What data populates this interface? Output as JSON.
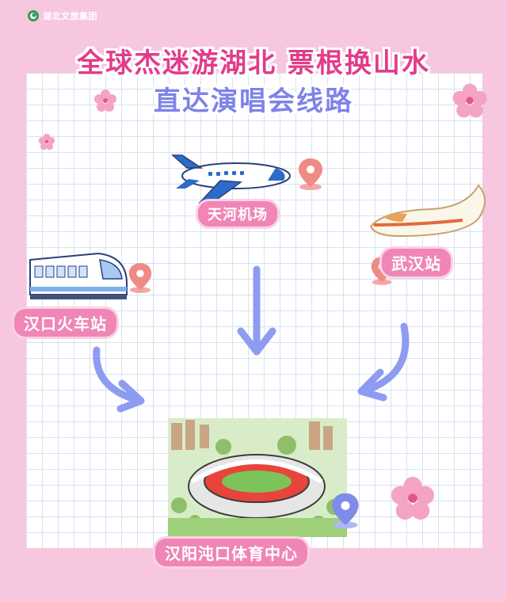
{
  "logo": {
    "text": "湖北文旅集团",
    "icon": "logo-icon"
  },
  "title": {
    "line1": "全球杰迷游湖北 票根换山水",
    "line2": "直达演唱会线路"
  },
  "locations": {
    "tianhe": {
      "label": "天河机场",
      "icon": "airplane-icon"
    },
    "wuhan": {
      "label": "武汉站",
      "icon": "high-speed-train-icon"
    },
    "hankou": {
      "label": "汉口火车站",
      "icon": "train-icon"
    },
    "venue": {
      "label": "汉阳沌口体育中心",
      "icon": "stadium-icon"
    }
  },
  "colors": {
    "background": "#f7c6df",
    "title1": "#e13c8b",
    "title2": "#7e83e8",
    "label": "#ef86b7",
    "arrow": "#8d9cf0",
    "pin": "#f08a85",
    "venue_pin": "#7f8be8"
  }
}
